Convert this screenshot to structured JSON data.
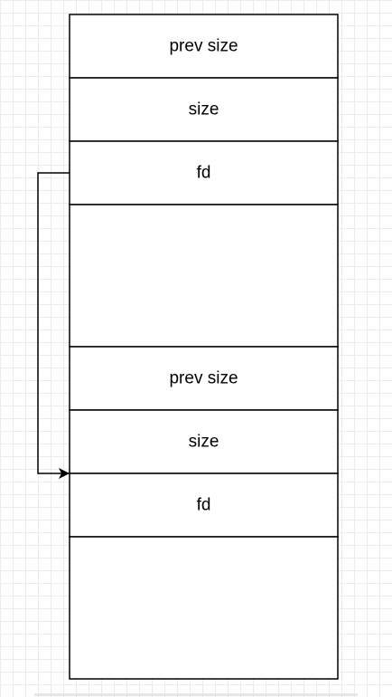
{
  "colors": {
    "stroke": "#000000",
    "fill": "#ffffff",
    "text": "#000000",
    "grid": "#ebebeb"
  },
  "chunks": [
    {
      "cells": [
        {
          "label": "prev size"
        },
        {
          "label": "size"
        },
        {
          "label": "fd"
        },
        {
          "label": ""
        }
      ]
    },
    {
      "cells": [
        {
          "label": "prev size"
        },
        {
          "label": "size"
        },
        {
          "label": "fd"
        },
        {
          "label": ""
        }
      ]
    }
  ],
  "edges": [
    {
      "from": "chunk-0-fd",
      "to": "chunk-1-fd"
    }
  ]
}
